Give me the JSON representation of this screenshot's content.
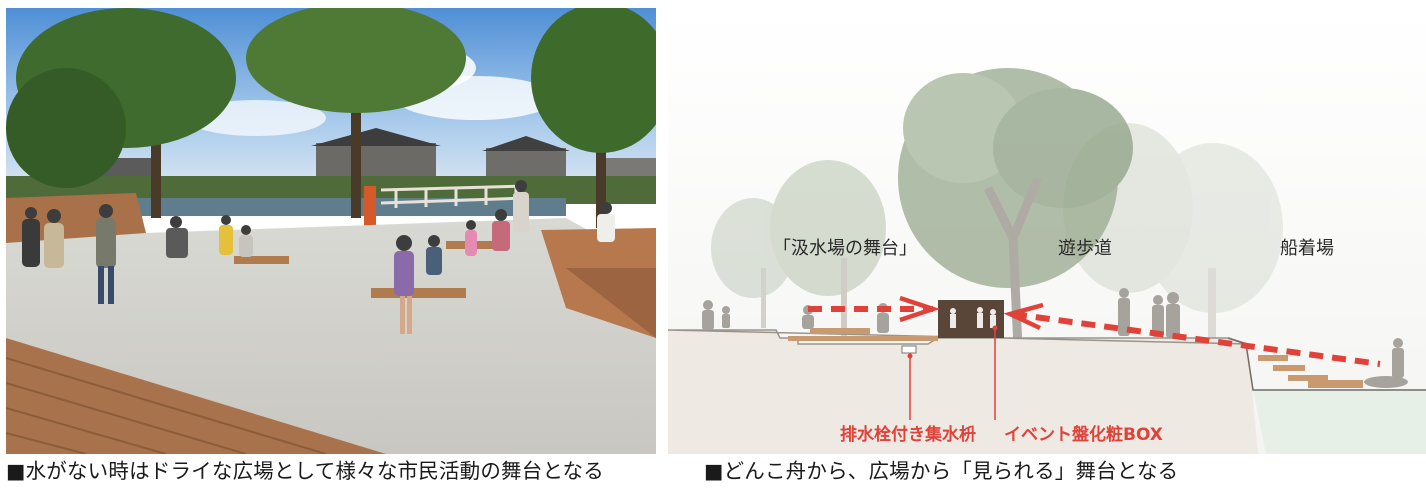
{
  "photo": {
    "caption": "■水がない時はドライな広場として様々な市民活動の舞台となる"
  },
  "diagram": {
    "caption": "■どんこ舟から、広場から「見られる」舞台となる",
    "labels": {
      "stage": "「汲水場の舞台」",
      "promenade": "遊歩道",
      "boat_landing": "船着場"
    },
    "callouts": {
      "drain": "排水栓付き集水枡",
      "event_box": "イベント盤化粧BOX"
    },
    "colors": {
      "accent_red": "#e0423a",
      "ground": "#efe9e3",
      "water": "#e7f0e6",
      "tree_green": "#8fa58a"
    }
  }
}
